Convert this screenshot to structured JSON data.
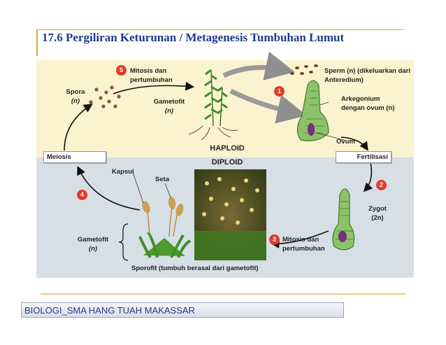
{
  "title": "17.6 Pergiliran Keturunan / Metagenesis Tumbuhan Lumut",
  "footer": "BIOLOGI_SMA HANG TUAH MAKASSAR",
  "colors": {
    "haploid_bg": "#fbf2cf",
    "diploid_bg": "#d7dfe6",
    "badge": "#e23b2e",
    "title": "#1f3a8a",
    "rule": "#e0a92a"
  },
  "zones": {
    "haploid": "HAPLOID",
    "diploid": "DIPLOID"
  },
  "boxes": {
    "meiosis": "Meiosis",
    "fertilisasi": "Fertilisasi"
  },
  "steps": {
    "s1": "1",
    "s2": "2",
    "s3": "3",
    "s4": "4",
    "s5": "5"
  },
  "labels": {
    "mitosis_top_1": "Mitosis dan",
    "mitosis_top_2": "pertumbuhan",
    "spora_1": "Spora",
    "spora_2": "(n)",
    "gametofit_top_1": "Gametofit",
    "gametofit_top_2": "(n)",
    "sperm_1": "Sperm (n) (dikeluarkan dari",
    "sperm_2": "Anteredium)",
    "arkegonium_1": "Arkegonium",
    "arkegonium_2": "dengan ovum (n)",
    "ovum": "Ovum",
    "kapsul": "Kapsul",
    "seta": "Seta",
    "zygot_1": "Zygot",
    "zygot_2": "(2n)",
    "gametofit_bottom_1": "Gametofit",
    "gametofit_bottom_2": "(n)",
    "mitosis_bottom_1": "Mitosis dan",
    "mitosis_bottom_2": "pertumbuhan",
    "sporofit": "Sporofit (tumbuh berasal dari gametofit)"
  }
}
